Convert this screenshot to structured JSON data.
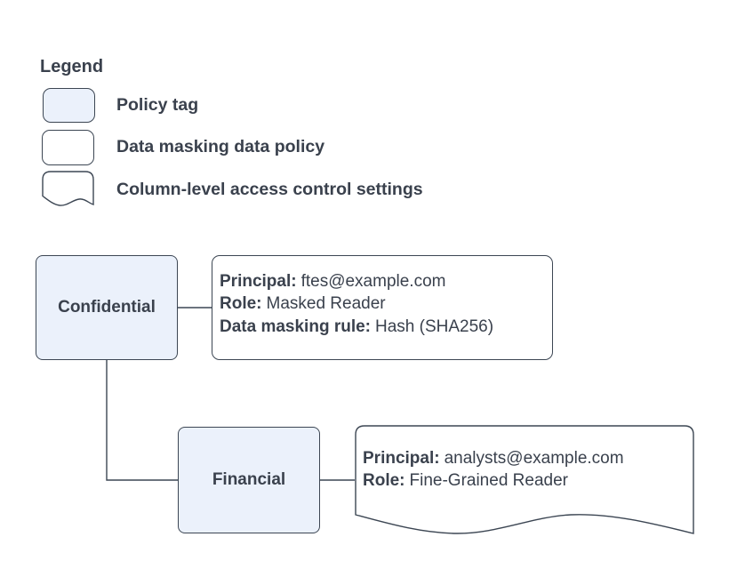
{
  "colors": {
    "background": "#ffffff",
    "policy_tag_fill": "#ebf1fb",
    "shape_stroke": "#3c4653",
    "text": "#3a414d"
  },
  "legend": {
    "title": "Legend",
    "items": [
      {
        "shape": "policy-tag",
        "label": "Policy tag"
      },
      {
        "shape": "data-masking-data-policy",
        "label": "Data masking data policy"
      },
      {
        "shape": "column-level-access-document",
        "label": "Column-level access control settings"
      }
    ]
  },
  "nodes": {
    "confidential": {
      "label": "Confidential",
      "type": "policy-tag"
    },
    "financial": {
      "label": "Financial",
      "type": "policy-tag",
      "parent": "Confidential"
    }
  },
  "policies": {
    "masked_reader": {
      "attached_to": "Confidential",
      "shape": "data-masking-data-policy",
      "lines": [
        {
          "key": "Principal:",
          "value": "ftes@example.com"
        },
        {
          "key": "Role:",
          "value": "Masked Reader"
        },
        {
          "key": "Data masking rule:",
          "value": "Hash (SHA256)"
        }
      ]
    },
    "fine_grained": {
      "attached_to": "Financial",
      "shape": "column-level-access-document",
      "lines": [
        {
          "key": "Principal:",
          "value": "analysts@example.com"
        },
        {
          "key": "Role:",
          "value": "Fine-Grained Reader"
        }
      ]
    }
  }
}
